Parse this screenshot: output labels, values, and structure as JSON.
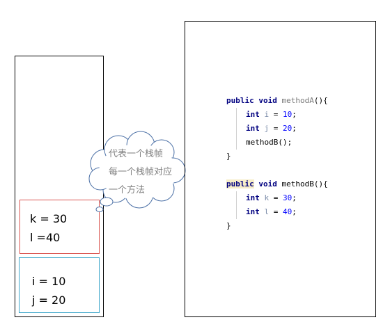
{
  "stack_frames": {
    "frame_b": {
      "lines": [
        "k = 30",
        "l =40"
      ]
    },
    "frame_a": {
      "lines": [
        "i = 10",
        "j = 20"
      ]
    }
  },
  "callout": {
    "lines": [
      "代表一个栈帧",
      "每一个栈帧对应",
      "一个方法"
    ]
  },
  "code": {
    "method_a": {
      "signature": {
        "modifier": "public",
        "type": "void",
        "name": "methodA",
        "suffix": "(){"
      },
      "stmt1": {
        "type": "int",
        "name": "i",
        "op": " = ",
        "value": "10",
        "end": ";"
      },
      "stmt2": {
        "type": "int",
        "name": "j",
        "op": " = ",
        "value": "20",
        "end": ";"
      },
      "call": "methodB();",
      "close": "}"
    },
    "method_b": {
      "signature": {
        "modifier": "public",
        "type": "void",
        "name": "methodB",
        "suffix": "(){"
      },
      "stmt1": {
        "type": "int",
        "name": "k",
        "op": " = ",
        "value": "30",
        "end": ";"
      },
      "stmt2": {
        "type": "int",
        "name": "l",
        "op": " = ",
        "value": "40",
        "end": ";"
      },
      "close": "}"
    }
  },
  "colors": {
    "frame_b_border": "#d9534f",
    "frame_a_border": "#3aa5c9",
    "cloud_stroke": "#4a6fa5",
    "keyword": "#000080",
    "number": "#0000ff"
  }
}
